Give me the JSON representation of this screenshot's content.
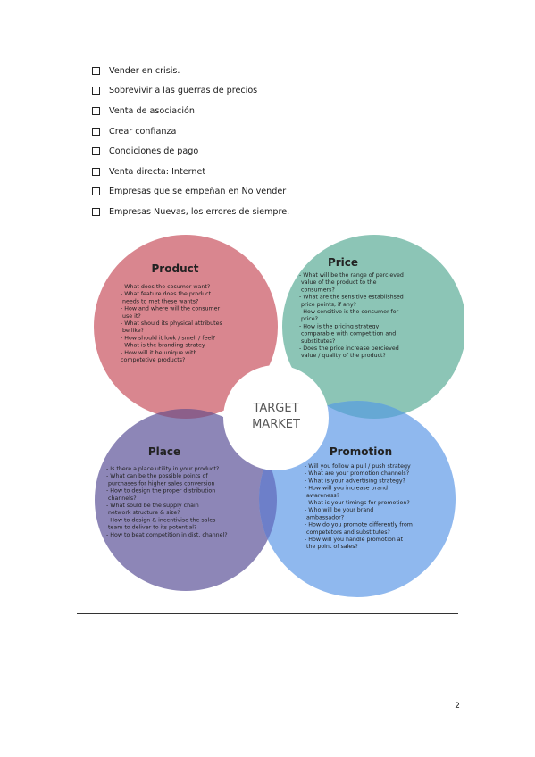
{
  "bullets": [
    "Vender en crisis.",
    "Sobrevivir a las guerras de precios",
    "Venta de asociación.",
    "Crear confianza",
    "Condiciones de pago",
    "Venta directa: Internet",
    "Empresas que se empeñan en No vender",
    "Empresas Nuevas, los errores de siempre."
  ],
  "diagram": {
    "center": [
      "TARGET",
      "MARKET"
    ],
    "product": {
      "title": "Product",
      "lines": [
        "- What does the cosumer want?",
        "- What feature does the product",
        "  needs to met these wants?",
        "- How and where will the consumer",
        "  use it?",
        "- What should its physical attributes",
        "  be like?",
        "-  How should it look / smell / feel?",
        "-  What is the branding stratey",
        "-  How will it be unique with",
        "competetive products?"
      ]
    },
    "price": {
      "title": "Price",
      "lines": [
        "- What will be the range of percieved",
        "  value of the product to the",
        "  consumers?",
        "- What are the sensitive establishsed",
        "  price points, if any?",
        "- How sensitive is the consumer for",
        "  price?",
        "- How is the pricing strategy",
        "  comparable with competition and",
        "  substitutes?",
        "- Does the price increase percieved",
        "  value / quality of the product?"
      ]
    },
    "place": {
      "title": "Place",
      "lines": [
        "- Is there a place utility in your product?",
        "- What can be the possible points of",
        "  purchases for higher sales conversion",
        "- How to design the proper distribution",
        "  channels?",
        "- What sould be the supply chain",
        "  network structure & size?",
        "- How to design  & incentivise the sales",
        "  team to deliver to its potential?",
        "- How to beat competition in dist. channel?"
      ]
    },
    "promotion": {
      "title": "Promotion",
      "lines": [
        "- Will you follow a pull / push strategy",
        "- What are your promotion channels?",
        "- What is your advertising strategy?",
        "- How will you increase brand",
        "  awareness?",
        "- What is your timings for promotion?",
        "- Who will be your brand",
        "  ambassador?",
        "- How do you promote differently from",
        "  competetors and substitutes?",
        "- How will you handle promotion at",
        "  the point of sales?"
      ]
    }
  },
  "page_number": "2",
  "colors": {
    "product": "#d9868f",
    "price": "#8cc5b6",
    "place": "#8d86b7",
    "promotion": "#8fb8ee",
    "overlap_product_price": "#8b8f84",
    "overlap_product_place": "#8c5f8a",
    "overlap_price_promotion": "#66a8d4",
    "overlap_place_promotion": "#6d7fc9"
  }
}
